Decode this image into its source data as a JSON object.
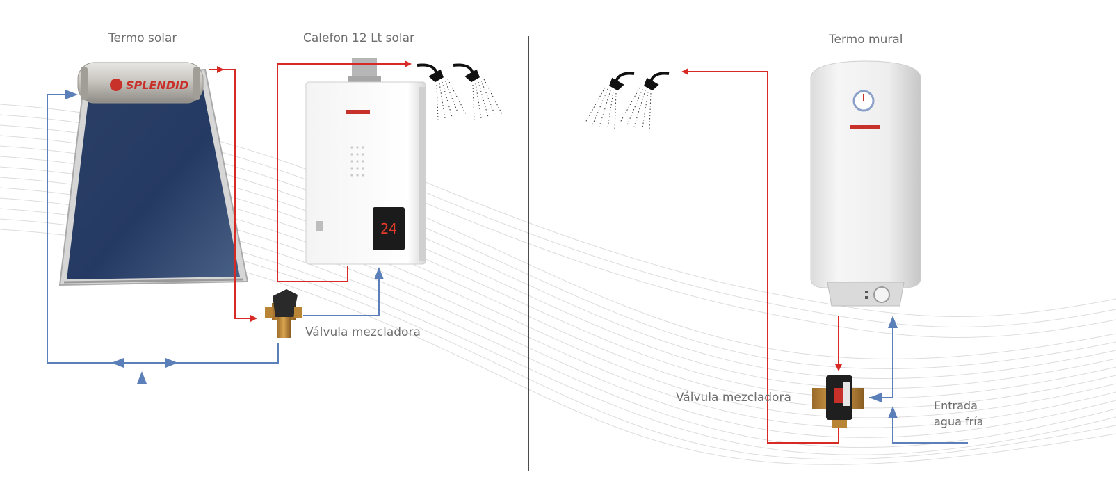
{
  "labels": {
    "termo_solar": "Termo solar",
    "calefon": "Calefon 12 Lt solar",
    "termo_mural": "Termo mural",
    "valvula_left": "Válvula mezcladora",
    "valvula_right": "Válvula mezcladora",
    "entrada_line1": "Entrada",
    "entrada_line2": "agua fría"
  },
  "brand": {
    "name": "SPLENDID"
  },
  "colors": {
    "hot_line": "#d82a24",
    "cold_line": "#5b7fb8",
    "divider": "#111111",
    "panel": "#24385f",
    "tank": "#bfbcb6",
    "label": "#6e6e6e"
  }
}
